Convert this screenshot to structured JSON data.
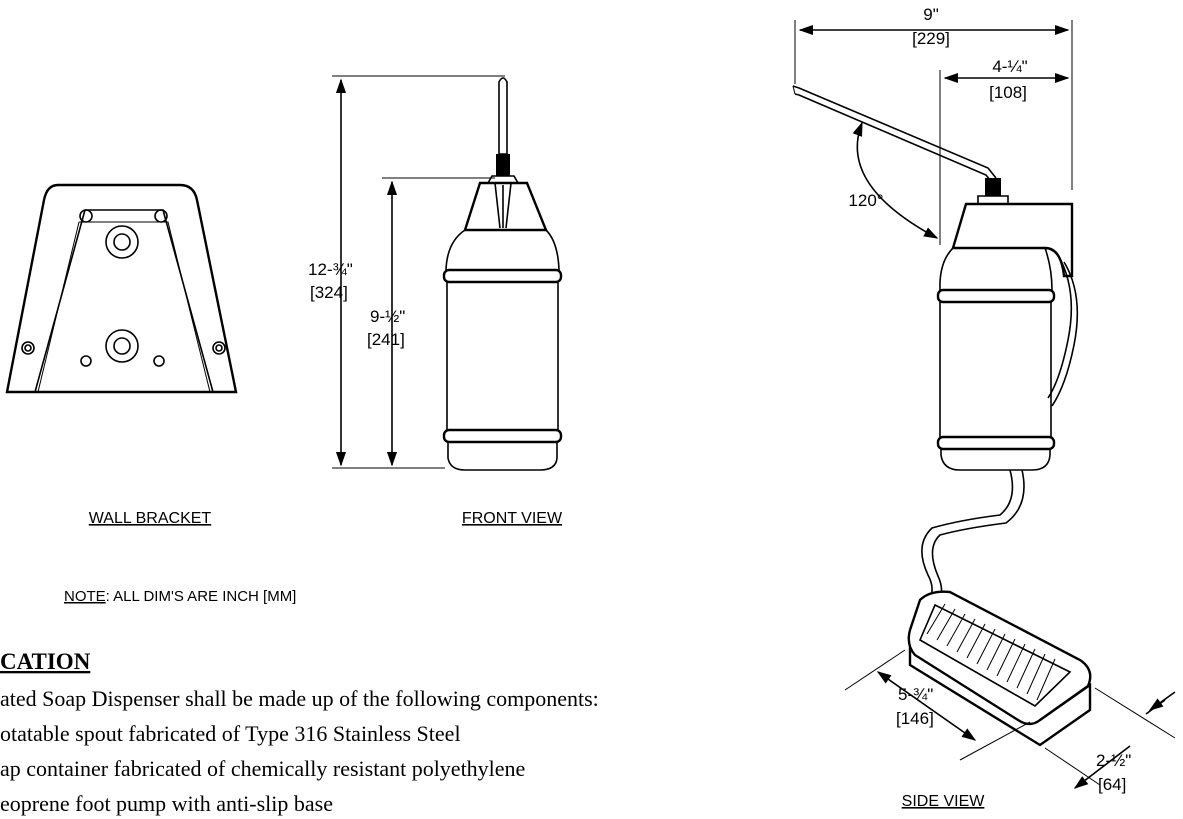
{
  "views": {
    "wall_bracket": "WALL BRACKET",
    "front": "FRONT VIEW",
    "side": "SIDE VIEW"
  },
  "note": {
    "label": "NOTE",
    "text": ": ALL DIM'S ARE INCH [MM]"
  },
  "dimensions": {
    "overall_height_in": "12-¾\"",
    "overall_height_mm": "[324]",
    "body_height_in": "9-½\"",
    "body_height_mm": "[241]",
    "spout_length_in": "9\"",
    "spout_length_mm": "[229]",
    "spout_offset_in": "4-¼\"",
    "spout_offset_mm": "[108]",
    "rotation_angle": "120°",
    "pedal_length_in": "5-¾\"",
    "pedal_length_mm": "[146]",
    "pedal_height_in": "2-½\"",
    "pedal_height_mm": "[64]"
  },
  "specification": {
    "heading": "CATION",
    "intro": "ated Soap Dispenser shall be made up of the following components:",
    "items": [
      "otatable spout fabricated of Type 316 Stainless Steel",
      "ap container fabricated of chemically resistant polyethylene",
      "eoprene foot pump with anti-slip base"
    ]
  }
}
